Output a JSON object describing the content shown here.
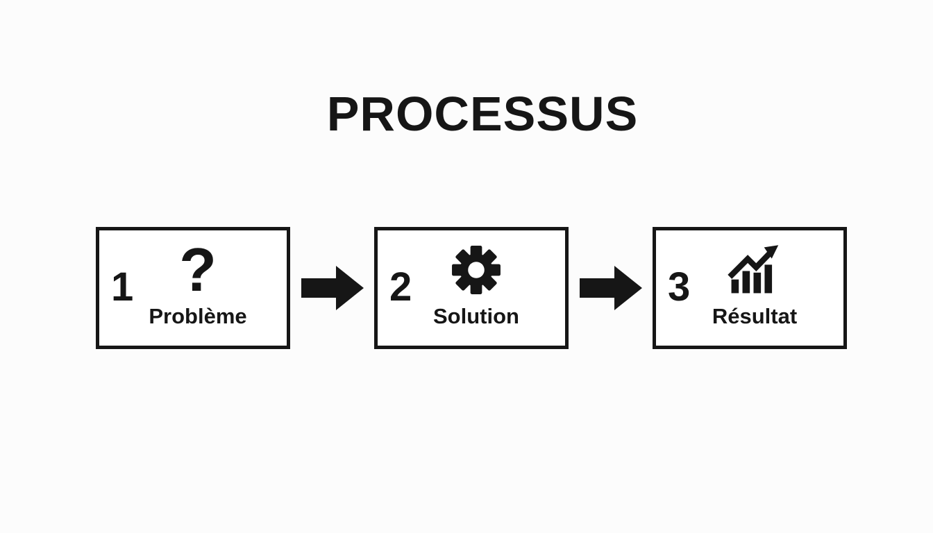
{
  "title": "PROCESSUS",
  "colors": {
    "ink": "#161616",
    "background": "#fcfcfc",
    "box_bg": "#ffffff"
  },
  "steps": [
    {
      "number": "1",
      "label": "Problème",
      "icon": "question-mark-icon",
      "icon_glyph": "?"
    },
    {
      "number": "2",
      "label": "Solution",
      "icon": "gear-icon"
    },
    {
      "number": "3",
      "label": "Résultat",
      "icon": "growth-chart-icon"
    }
  ],
  "connectors": [
    {
      "icon": "arrow-right-icon"
    },
    {
      "icon": "arrow-right-icon"
    }
  ]
}
